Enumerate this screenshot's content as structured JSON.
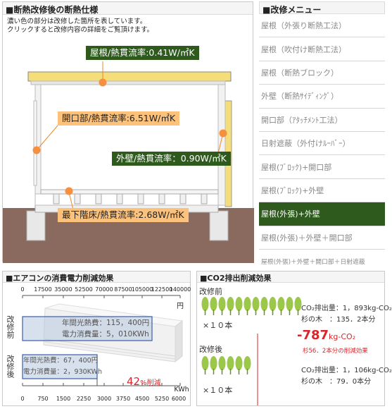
{
  "main": {
    "title": "■断熱改修後の断熱仕様",
    "intro_line1": "濃い色の部分は改修した箇所を表しています。",
    "intro_line2": "クリックすると改修内容の詳細をご覧頂けます。",
    "labels": {
      "roof": "屋根/熱貫流率:0.41W/㎡K",
      "opening": "開口部/熱貫流率:6.51W/㎡K",
      "wall": "外壁/熱貫流率：0.90W/㎡K",
      "floor": "最下階床/熱貫流率:2.68W/㎡K"
    }
  },
  "menu": {
    "title": "■改修メニュー",
    "items": [
      {
        "label": "屋根（外張り断熱工法）"
      },
      {
        "label": "屋根（吹付け断熱工法）"
      },
      {
        "label": "屋根（断熱ブロック）"
      },
      {
        "label": "外壁（断熱ｻｲﾃﾞｨﾝｸﾞ）"
      },
      {
        "label": "開口部（ｱﾀｯﾁﾒﾝﾄ工法）"
      },
      {
        "label": "日射遮蔽（外付けﾙｰﾊﾞｰ）"
      },
      {
        "label": "屋根(ﾌﾞﾛｯｸ)+開口部"
      },
      {
        "label": "屋根(ﾌﾞﾛｯｸ)+外壁"
      },
      {
        "label": "屋根(外張)+外壁"
      },
      {
        "label": "屋根(外張)＋外壁＋開口部"
      },
      {
        "label": "屋根(外張)＋外壁＋開口部＋日射遮蔽"
      }
    ],
    "active_index": 8
  },
  "electricity": {
    "title": "■エアコンの消費電力削減効果",
    "yen_ticks": [
      "0",
      "17500",
      "35000",
      "52500",
      "70000",
      "87500",
      "105000",
      "122500",
      "140000"
    ],
    "yen_unit": "円",
    "kwh_ticks": [
      "0",
      "750",
      "1500",
      "2250",
      "3000",
      "3750",
      "4500",
      "5250",
      "6000"
    ],
    "kwh_unit": "KWh",
    "before_label": "改修前",
    "after_label": "改修後",
    "before_cost": "年間光熱費：115，400円",
    "before_power": "電力消費量：5，010KWh",
    "after_cost": "年間光熱費：67，400円",
    "after_power": "電力消費量：2，930KWh",
    "reduction_value": "42",
    "reduction_suffix": "%削減"
  },
  "co2": {
    "title": "■CO2排出削減効果",
    "before_label": "改修前",
    "after_label": "改修後",
    "tree_count_label": "×１０本",
    "before_emission": "CO₂排出量：1，893kg-CO₂",
    "before_trees": "杉の木　：135．2本分",
    "after_emission": "CO₂排出量：1，106kg-CO₂",
    "after_trees": "杉の木　：79．0本分",
    "reduction_value": "-787",
    "reduction_unit": "kg-CO₂",
    "reduction_note": "杉56．2本分の削減効果"
  },
  "colors": {
    "accent_green": "#2f5a1e",
    "accent_orange": "#fcc27c",
    "reduction_red": "#d9262c",
    "ground_brown": "#8a6a5e",
    "tree_green": "#9cc84a"
  }
}
